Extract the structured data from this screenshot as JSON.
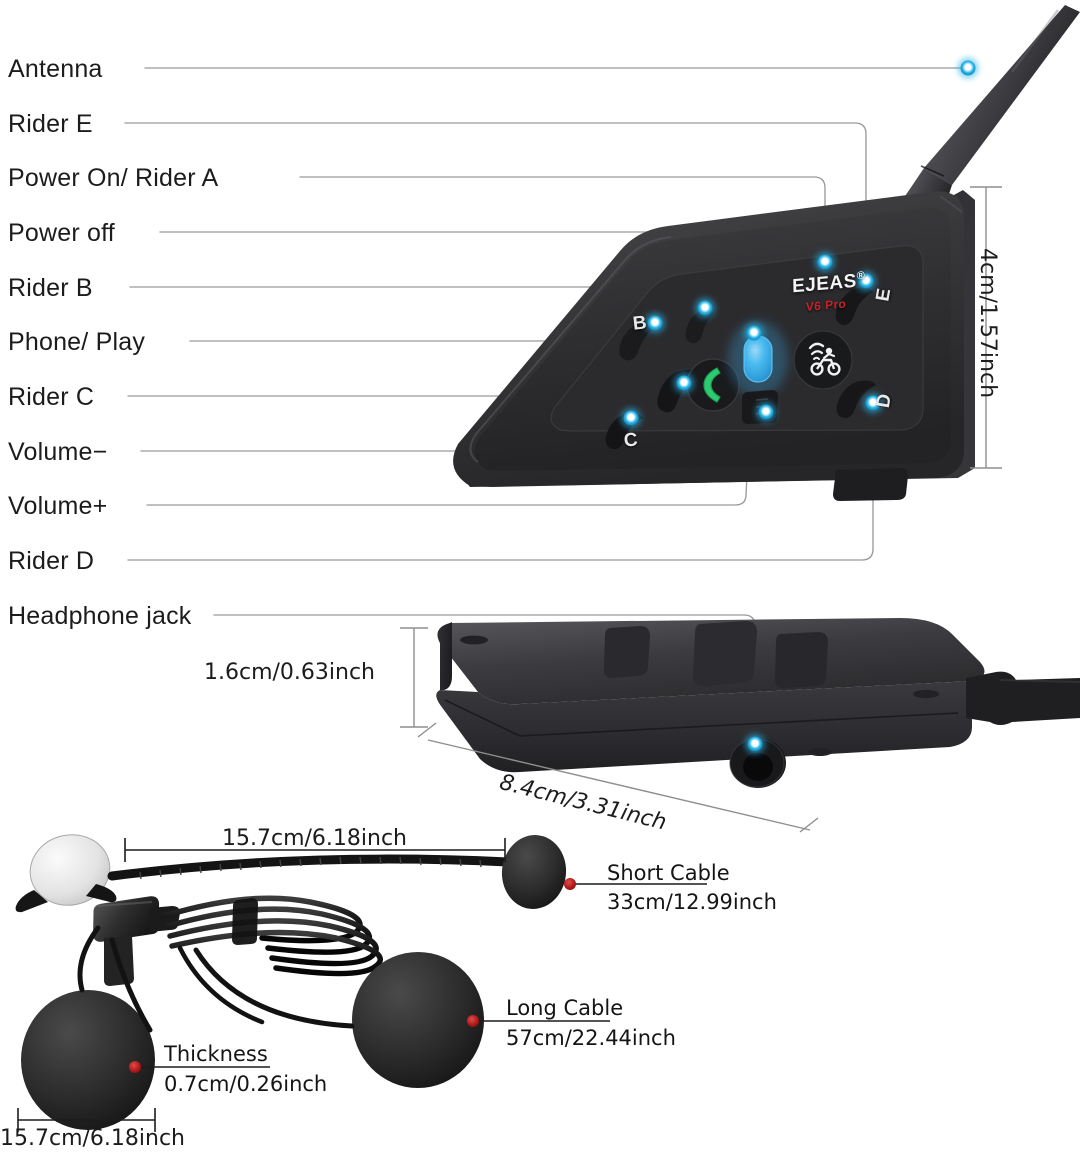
{
  "document": {
    "type": "product-annotation-diagram",
    "product_brand": "EJEAS",
    "product_model": "V6 Pro",
    "product_category": "motorcycle-bluetooth-intercom-headset"
  },
  "callouts": [
    {
      "id": "antenna",
      "label": "Antenna"
    },
    {
      "id": "rider-e",
      "label": "Rider E"
    },
    {
      "id": "power-on",
      "label": "Power On/ Rider A"
    },
    {
      "id": "power-off",
      "label": "Power off"
    },
    {
      "id": "rider-b",
      "label": "Rider B"
    },
    {
      "id": "phone-play",
      "label": "Phone/ Play"
    },
    {
      "id": "rider-c",
      "label": "Rider C"
    },
    {
      "id": "volume-down",
      "label": "Volume−"
    },
    {
      "id": "volume-up",
      "label": "Volume+"
    },
    {
      "id": "rider-d",
      "label": "Rider D"
    },
    {
      "id": "headphone-jack",
      "label": "Headphone jack"
    }
  ],
  "device_markings": {
    "logo": "EJEAS",
    "logo_trademark": "®",
    "logo_model": "V6 Pro",
    "button_letters": {
      "b": "B",
      "c": "C",
      "d": "D",
      "e": "E"
    },
    "icons": {
      "phone": "phone-handset-icon",
      "intercom": "motorcycle-wifi-icon",
      "led": "blue-led-indicator"
    }
  },
  "dimensions": {
    "main_unit_height": "4cm/1.57inch",
    "main_unit_thickness": "1.6cm/0.63inch",
    "main_unit_length": "8.4cm/3.31inch",
    "mic_boom_length": "15.7cm/6.18inch",
    "speaker_diameter": "15.7cm/6.18inch"
  },
  "headset_callouts": [
    {
      "id": "short-cable",
      "title": "Short Cable",
      "value": "33cm/12.99inch"
    },
    {
      "id": "long-cable",
      "title": "Long Cable",
      "value": "57cm/22.44inch"
    },
    {
      "id": "thickness",
      "title": "Thickness",
      "value": "0.7cm/0.26inch"
    }
  ],
  "colors": {
    "callout_dot": "#29b6e8",
    "marker_dot": "#b01818",
    "leader_line": "#9a9a9a",
    "device_body": "#2e2e30",
    "accent_red": "#c9222b",
    "led_blue": "#2ea8e8",
    "phone_green": "#29c66e",
    "text": "#1c1c1c",
    "background": "#ffffff"
  }
}
